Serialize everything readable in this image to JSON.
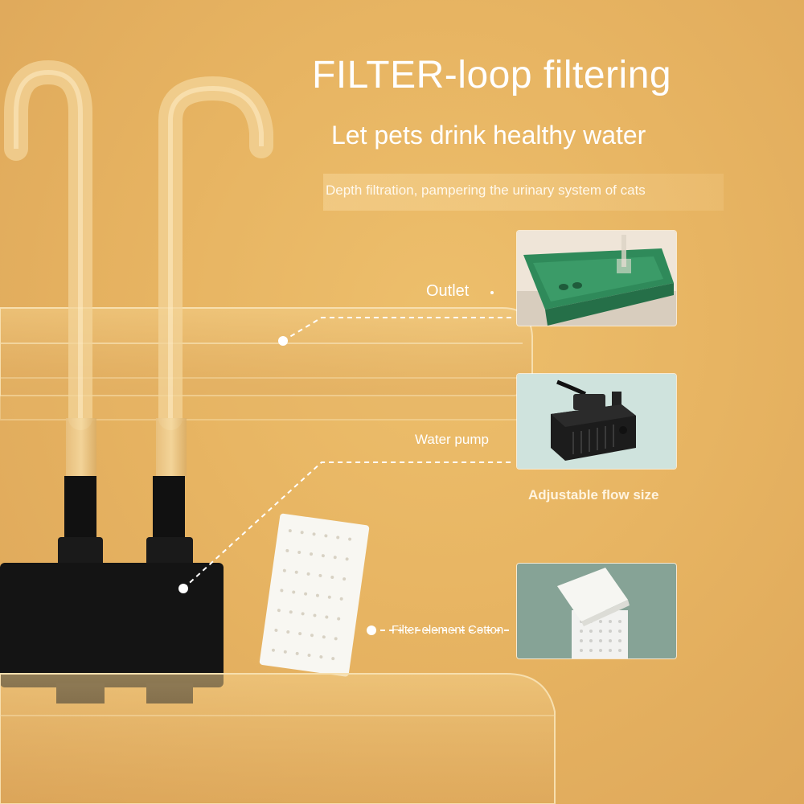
{
  "header": {
    "title": "FILTER-loop filtering",
    "subtitle": "Let pets drink healthy water",
    "tagline": "Depth filtration, pampering the urinary system of cats"
  },
  "callouts": {
    "outlet": "Outlet",
    "water_pump": "Water pump",
    "filter": "Filter element Cotton"
  },
  "captions": {
    "flow": "Adjustable flow size"
  },
  "colors": {
    "background": "#e7b462",
    "text": "#ffffff",
    "outlet_tray": "#2f8a5a",
    "pump_body": "#1c1c1c",
    "filter_sponge": "#f4f4f2"
  }
}
